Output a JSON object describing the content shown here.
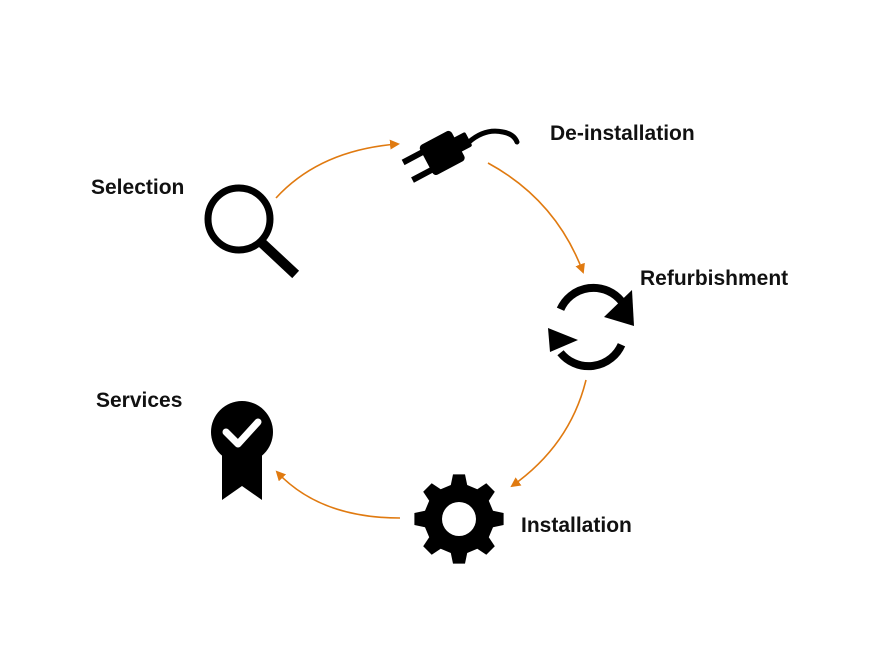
{
  "diagram": {
    "arrow_color": "#E07A10",
    "icon_color": "#000000",
    "steps": [
      {
        "label": "Selection",
        "icon": "magnifier-icon"
      },
      {
        "label": "De-installation",
        "icon": "plug-icon"
      },
      {
        "label": "Refurbishment",
        "icon": "refresh-icon"
      },
      {
        "label": "Installation",
        "icon": "gear-icon"
      },
      {
        "label": "Services",
        "icon": "award-badge-icon"
      }
    ]
  }
}
